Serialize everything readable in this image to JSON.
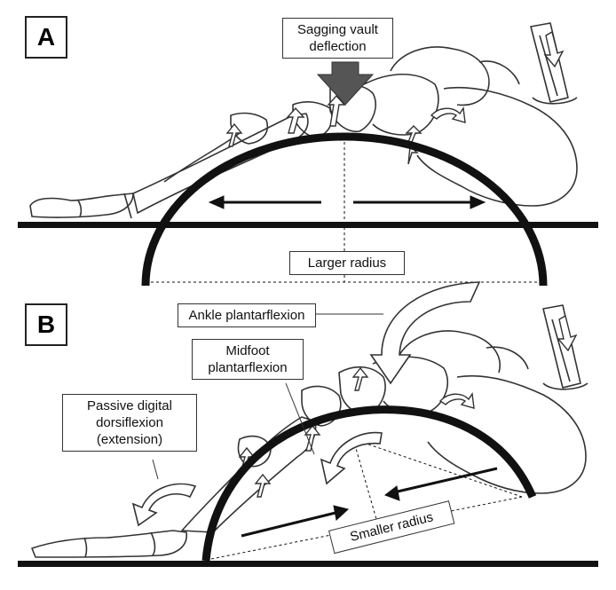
{
  "panels": [
    {
      "letter": "A"
    },
    {
      "letter": "B"
    }
  ],
  "labels": {
    "sagging_vault_line1": "Sagging vault",
    "sagging_vault_line2": "deflection",
    "larger_radius": "Larger radius",
    "ankle_plantarflexion": "Ankle plantarflexion",
    "midfoot_line1": "Midfoot",
    "midfoot_line2": "plantarflexion",
    "digital_line1": "Passive digital",
    "digital_line2": "dorsiflexion",
    "digital_line3": "(extension)",
    "smaller_radius": "Smaller radius"
  },
  "colors": {
    "ink": "#111111",
    "bone_stroke": "#333333",
    "arrow_fill": "#555555"
  }
}
